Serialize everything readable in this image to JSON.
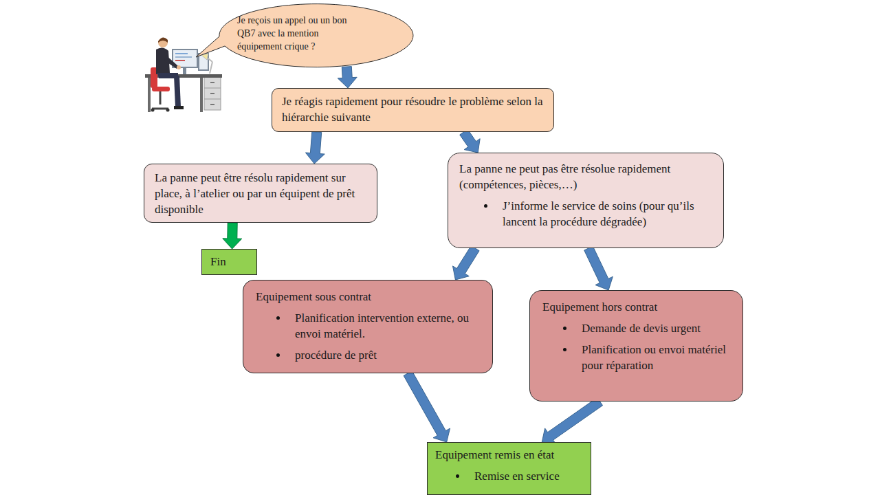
{
  "diagram": {
    "nodes": [
      {
        "text": [
          "Je reçois un appel ou un bon QB7 avec la mention équipement crique ?"
        ]
      },
      {
        "text": [
          "Je réagis rapidement pour résoudre le problème selon la hiérarchie suivante"
        ]
      },
      {
        "text": [
          "La panne peut être résolu rapidement sur place, à l’atelier ou par un équipent de prêt disponible"
        ]
      },
      {
        "text": [
          "La panne ne peut pas être résolue rapidement (compétences, pièces,…)",
          "J’informe le service de soins (pour qu’ils lancent la procédure dégradée)"
        ]
      },
      {
        "text": [
          "Fin"
        ]
      },
      {
        "text": [
          "Equipement sous contrat",
          "Planification intervention externe, ou envoi matériel.",
          "procédure de prêt"
        ]
      },
      {
        "text": [
          "Equipement hors contrat",
          "Demande de devis urgent",
          "Planification ou envoi matériel pour réparation"
        ]
      },
      {
        "text": [
          "Equipement remis en état",
          "Remise en service"
        ]
      }
    ],
    "edges": [
      {
        "from": 0,
        "to": 1,
        "arrow": "to"
      },
      {
        "from": 1,
        "to": 2,
        "arrow": "to"
      },
      {
        "from": 1,
        "to": 3,
        "arrow": "to"
      },
      {
        "from": 2,
        "to": 4,
        "arrow": "to"
      },
      {
        "from": 3,
        "to": 5,
        "arrow": "to"
      },
      {
        "from": 3,
        "to": 6,
        "arrow": "to"
      },
      {
        "from": 5,
        "to": 7,
        "arrow": "to"
      },
      {
        "from": 6,
        "to": 7,
        "arrow": "to"
      }
    ]
  }
}
